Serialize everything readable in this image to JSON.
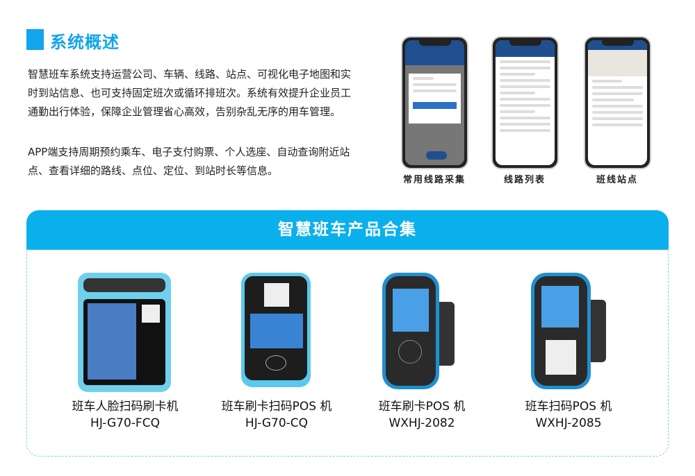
{
  "overview": {
    "title": "系统概述",
    "para1": "智慧班车系统支持运营公司、车辆、线路、站点、可视化电子地图和实时到站信息、也可支持固定班次或循环排班次。系统有效提升企业员工通勤出行体验，保障企业管理省心高效，告别杂乱无序的用车管理。",
    "para2": "APP端支持周期预约乘车、电子支付购票、个人选座、自动查询附近站点、查看详细的路线、点位、定位、到站时长等信息。"
  },
  "phones": [
    {
      "caption": "常用线路采集"
    },
    {
      "caption": "线路列表"
    },
    {
      "caption": "班线站点"
    }
  ],
  "products": {
    "title": "智慧班车产品合集",
    "items": [
      {
        "name": "班车人脸扫码刷卡机",
        "model": "HJ-G70-FCQ"
      },
      {
        "name": "班车刷卡扫码POS 机",
        "model": "HJ-G70-CQ"
      },
      {
        "name": "班车刷卡POS 机",
        "model": "WXHJ-2082"
      },
      {
        "name": "班车扫码POS 机",
        "model": "WXHJ-2085"
      }
    ]
  },
  "colors": {
    "accent": "#12a4ec",
    "banner": "#0ab0ec"
  }
}
